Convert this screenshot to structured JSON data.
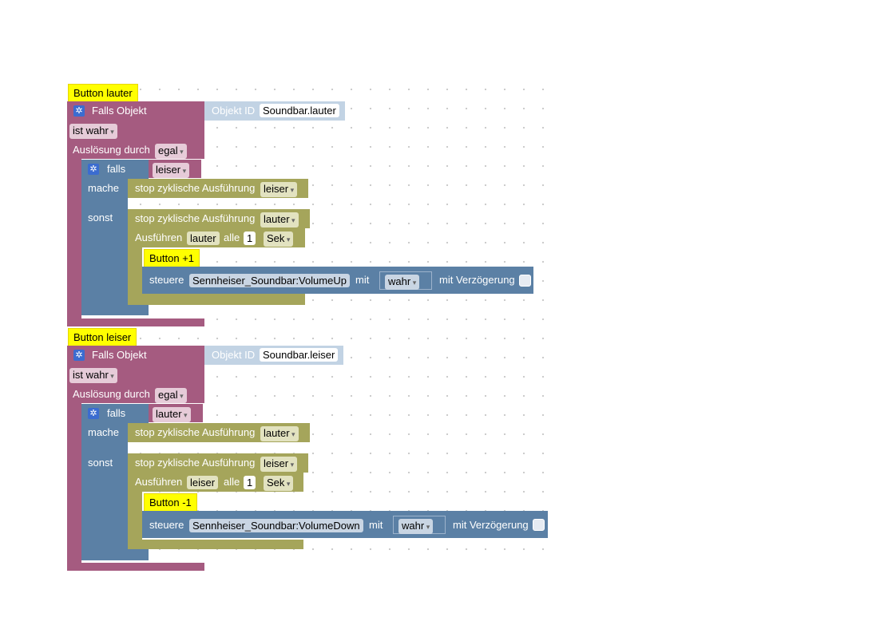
{
  "workspace": {
    "blocks": [
      {
        "comment": "Button lauter",
        "trigger_title": "Falls Objekt",
        "object_id_label": "Objekt ID",
        "object_id": "Soundbar.lauter",
        "condition": "ist wahr",
        "trigger_label": "Auslösung durch",
        "trigger_value": "egal",
        "if_label": "falls",
        "if_value": "leiser",
        "do_label": "mache",
        "else_label": "sonst",
        "stop_label": "stop zyklische Ausführung",
        "do_stop_value": "leiser",
        "else_stop_value": "lauter",
        "run_label": "Ausführen",
        "run_name": "lauter",
        "every_label": "alle",
        "interval": "1",
        "unit": "Sek",
        "inner_comment": "Button +1",
        "control_label": "steuere",
        "control_target": "Sennheiser_Soundbar:VolumeUp",
        "with_label": "mit",
        "value": "wahr",
        "delay_label": "mit Verzögerung"
      },
      {
        "comment": "Button leiser",
        "trigger_title": "Falls Objekt",
        "object_id_label": "Objekt ID",
        "object_id": "Soundbar.leiser",
        "condition": "ist wahr",
        "trigger_label": "Auslösung durch",
        "trigger_value": "egal",
        "if_label": "falls",
        "if_value": "lauter",
        "do_label": "mache",
        "else_label": "sonst",
        "stop_label": "stop zyklische Ausführung",
        "do_stop_value": "lauter",
        "else_stop_value": "leiser",
        "run_label": "Ausführen",
        "run_name": "leiser",
        "every_label": "alle",
        "interval": "1",
        "unit": "Sek",
        "inner_comment": "Button -1",
        "control_label": "steuere",
        "control_target": "Sennheiser_Soundbar:VolumeDown",
        "with_label": "mit",
        "value": "wahr",
        "delay_label": "mit Verzögerung"
      }
    ]
  },
  "colors": {
    "event_block": "#a55b80",
    "control_block": "#5b80a5",
    "timer_block": "#a5a55b",
    "comment": "#ffff00"
  },
  "icons": {
    "gear": "gear-icon"
  }
}
